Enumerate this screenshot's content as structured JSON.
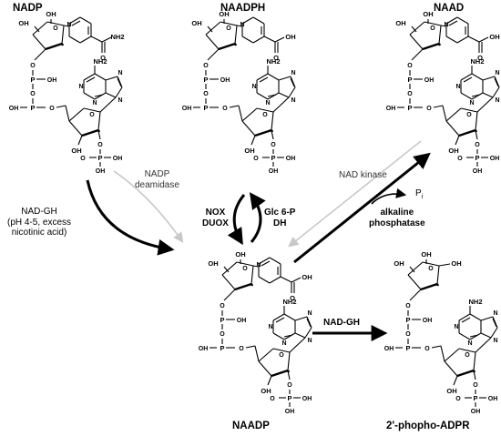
{
  "compounds": {
    "nadp": "NADP",
    "naadph": "NAADPH",
    "naad": "NAAD",
    "naadp": "NAADP",
    "phospho_adpr": "2'-phopho-ADPR"
  },
  "enzymes": {
    "nadp_deamidase": [
      "NADP",
      "deamidase"
    ],
    "nad_gh_left": [
      "NAD-GH",
      "(pH 4-5, excess",
      "nicotinic acid)"
    ],
    "nox_duox": [
      "NOX",
      "DUOX"
    ],
    "glc6p_dh": [
      "Glc 6-P",
      "DH"
    ],
    "nad_kinase": "NAD kinase",
    "alkaline_phosphatase": [
      "alkaline",
      "phosphatase"
    ],
    "pi": "P",
    "pi_sub": "i",
    "nad_gh_right": "NAD-GH"
  },
  "atom_labels": {
    "oh": "OH",
    "nh2": "NH2",
    "o": "O",
    "p": "P",
    "n": "N",
    "conh2_nh2": "NH2"
  },
  "colors": {
    "ink": "#000000",
    "faint_arrow": "#c8c8c8"
  }
}
